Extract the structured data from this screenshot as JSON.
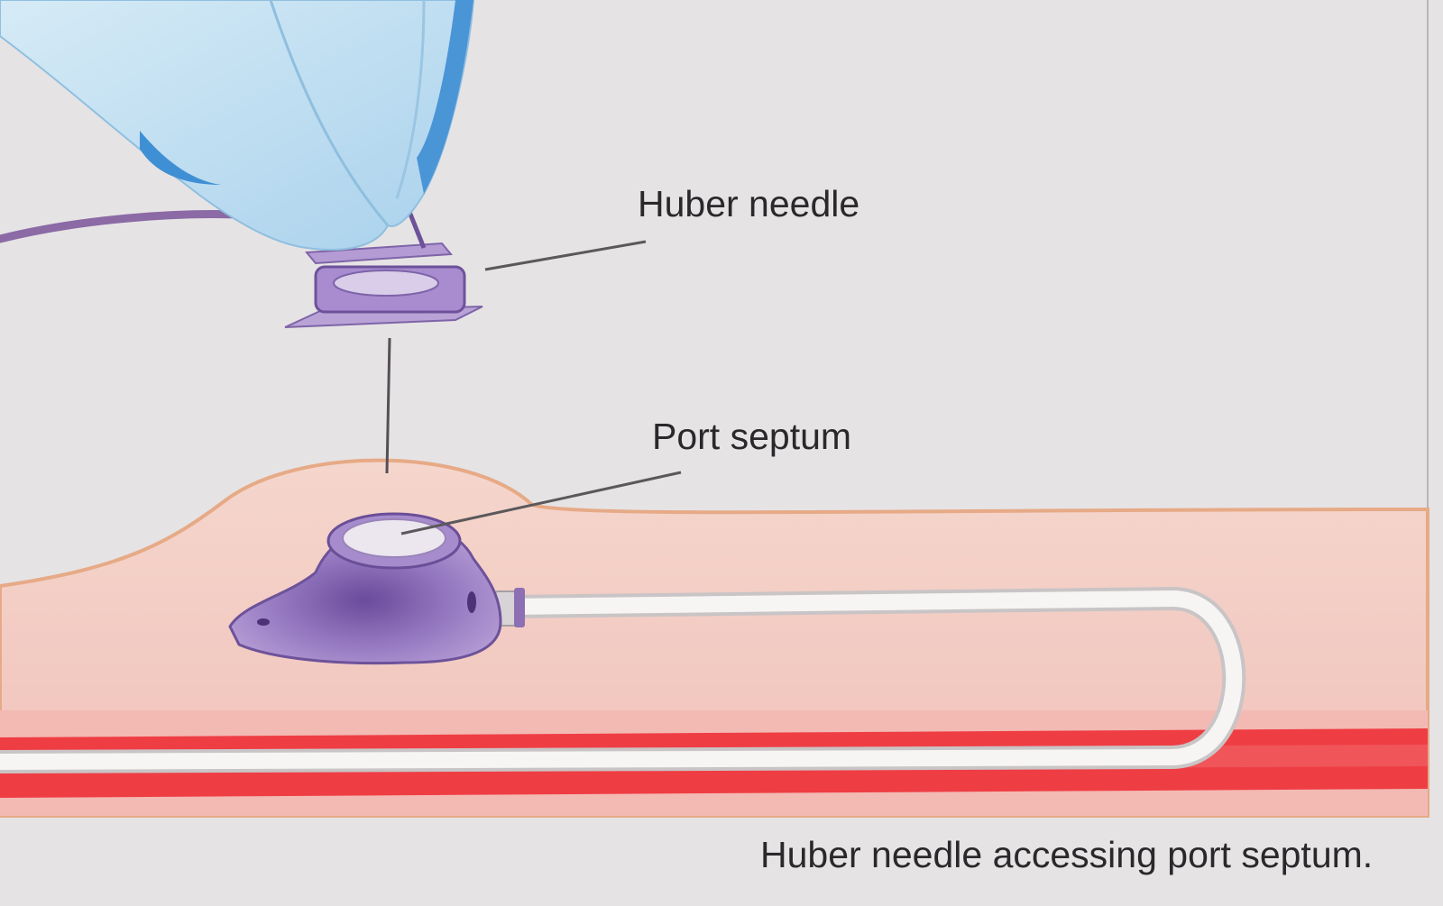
{
  "diagram": {
    "labels": {
      "huber_needle": "Huber needle",
      "port_septum": "Port septum"
    },
    "caption": "Huber needle accessing port septum."
  },
  "colors": {
    "background": "#e6e3e5",
    "skin": "#f2cbc4",
    "skin_edge": "#e7ad8d",
    "tissue": "#f1bdb7",
    "vein": "#ef3e44",
    "glove": "#b7d9ee",
    "glove_shadow": "#3f8fd4",
    "device": "#9b7fc2",
    "device_dark": "#5e3f8f",
    "catheter": "#f7f5f4"
  }
}
